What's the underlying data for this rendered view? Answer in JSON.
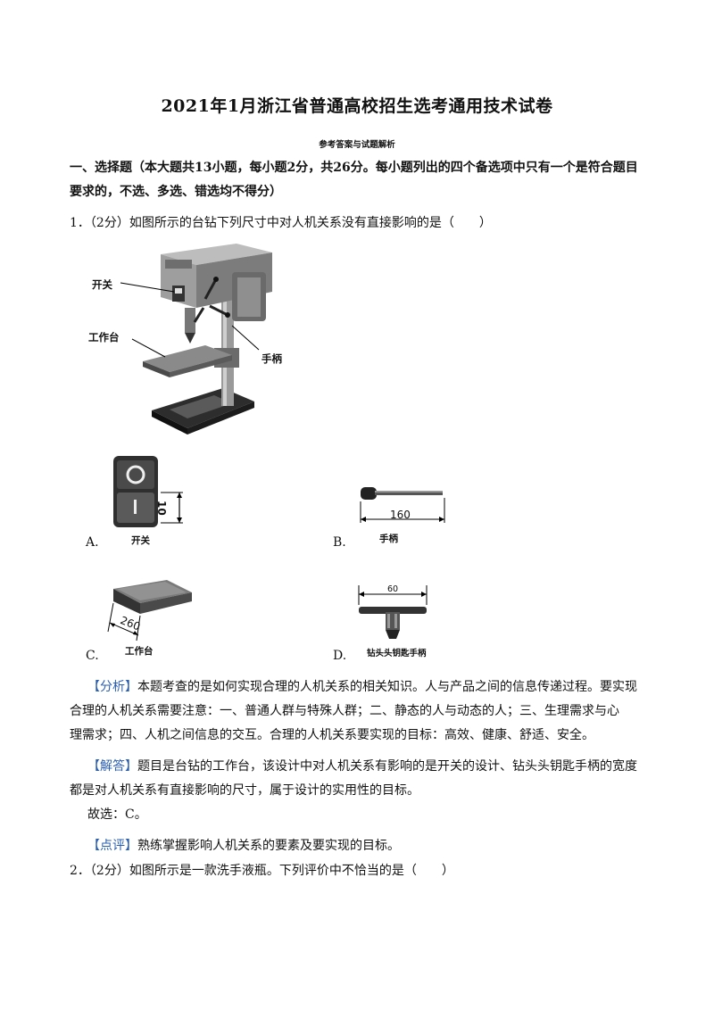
{
  "doc": {
    "title": "2021年1月浙江省普通高校招生选考通用技术试卷",
    "subtitle": "参考答案与试题解析",
    "section_line1": "一、选择题（本大题共13小题，每小题2分，共26分。每小题列出的四个备选项中只有一个是符合题目",
    "section_line2": "要求的，不选、多选、错选均不得分）"
  },
  "q1": {
    "stem": "1．（2分）如图所示的台钻下列尺寸中对人机关系没有直接影响的是（　　）",
    "drill_labels": {
      "switch": "开关",
      "table": "工作台",
      "handle": "手柄"
    },
    "options": [
      {
        "letter": "A.",
        "caption": "开关",
        "dim": "10"
      },
      {
        "letter": "B.",
        "caption": "手柄",
        "dim": "160"
      },
      {
        "letter": "C.",
        "caption": "工作台",
        "dim": "260"
      },
      {
        "letter": "D.",
        "caption": "钻头头钥匙手柄",
        "dim": "60"
      }
    ],
    "analysis_tag": "【分析】",
    "analysis_l1": "本题考查的是如何实现合理的人机关系的相关知识。人与产品之间的信息传递过程。要实现",
    "analysis_l2": "合理的人机关系需要注意：一、普通人群与特殊人群；二、静态的人与动态的人；三、生理需求与心",
    "analysis_l3": "理需求；四、人机之间信息的交互。合理的人机关系要实现的目标：高效、健康、舒适、安全。",
    "answer_tag": "【解答】",
    "answer_l1": "题目是台钻的工作台，该设计中对人机关系有影响的是开关的设计、钻头头钥匙手柄的宽度",
    "answer_l2": "都是对人机关系有直接影响的尺寸，属于设计的实用性的目标。",
    "choice": "故选：C。",
    "comment_tag": "【点评】",
    "comment": "熟练掌握影响人机关系的要素及要实现的目标。"
  },
  "q2": {
    "stem": "2．（2分）如图所示是一款洗手液瓶。下列评价中不恰当的是（　　）"
  }
}
